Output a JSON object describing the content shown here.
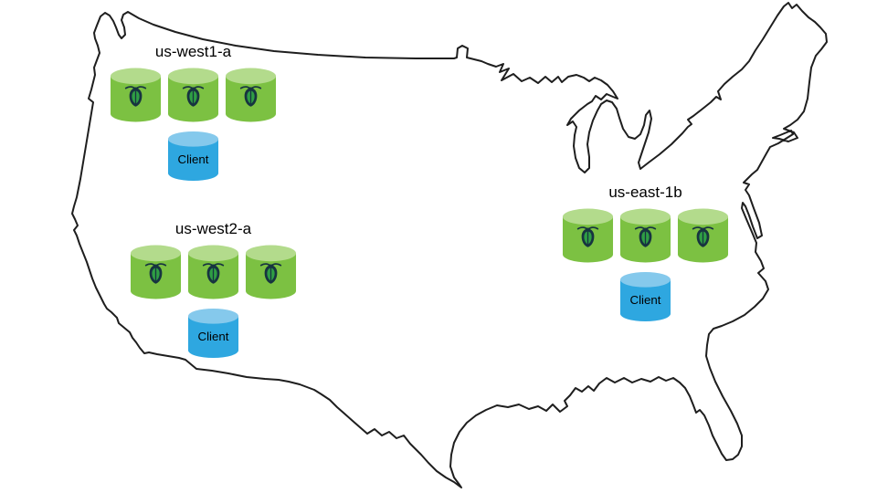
{
  "diagram": {
    "type": "deployment-topology-map",
    "region": "United States",
    "map_name": "us-outline-map"
  },
  "zones": [
    {
      "id": "us-west1-a",
      "label": "us-west1-a",
      "node_count": 3,
      "node_icon": "cockroach-icon",
      "client_label": "Client"
    },
    {
      "id": "us-west2-a",
      "label": "us-west2-a",
      "node_count": 3,
      "node_icon": "cockroach-icon",
      "client_label": "Client"
    },
    {
      "id": "us-east-1b",
      "label": "us-east-1b",
      "node_count": 3,
      "node_icon": "cockroach-icon",
      "client_label": "Client"
    }
  ],
  "colors": {
    "node_body": "#7cc142",
    "node_top": "#b3db8c",
    "client_body": "#2ea7e0",
    "client_top": "#85c9ec",
    "map_outline": "#1e1e1e",
    "roach_dark": "#173440",
    "roach_inner": "#2f9e44",
    "label_text": "#000000"
  }
}
